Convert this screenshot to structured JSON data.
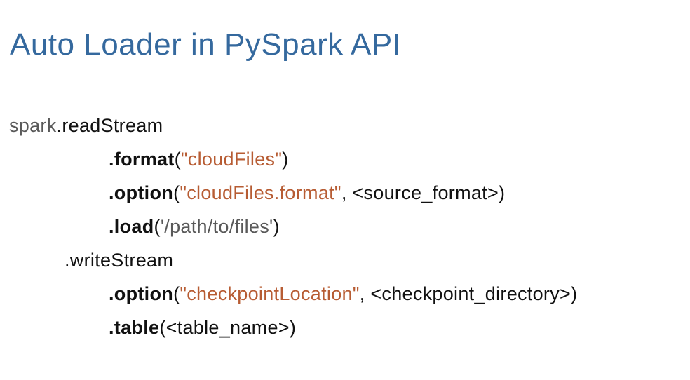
{
  "slide": {
    "title": "Auto Loader in PySpark API"
  },
  "colors": {
    "title": "#35699E",
    "code_plain": "#111111",
    "code_string": "#B75C33",
    "code_muted": "#595959",
    "background": "#FFFFFF"
  },
  "code": {
    "lines": [
      {
        "indent": 0,
        "segments": [
          {
            "text": "spark",
            "style": "muted"
          },
          {
            "text": ".readStream",
            "style": "plain"
          }
        ]
      },
      {
        "indent": 2,
        "segments": [
          {
            "text": ".format",
            "style": "bold"
          },
          {
            "text": "(",
            "style": "plain"
          },
          {
            "text": "\"cloudFiles\"",
            "style": "string"
          },
          {
            "text": ")",
            "style": "plain"
          }
        ]
      },
      {
        "indent": 2,
        "segments": [
          {
            "text": ".option",
            "style": "bold"
          },
          {
            "text": "(",
            "style": "plain"
          },
          {
            "text": "\"cloudFiles.format\"",
            "style": "string"
          },
          {
            "text": ", <source_format>)",
            "style": "plain"
          }
        ]
      },
      {
        "indent": 2,
        "segments": [
          {
            "text": ".load",
            "style": "bold"
          },
          {
            "text": "(",
            "style": "plain"
          },
          {
            "text": "'/path/to/files'",
            "style": "muted"
          },
          {
            "text": ")",
            "style": "plain"
          }
        ]
      },
      {
        "indent": 1,
        "segments": [
          {
            "text": ".writeStream",
            "style": "plain"
          }
        ]
      },
      {
        "indent": 2,
        "segments": [
          {
            "text": ".option",
            "style": "bold"
          },
          {
            "text": "(",
            "style": "plain"
          },
          {
            "text": "\"checkpointLocation\"",
            "style": "string"
          },
          {
            "text": ", <checkpoint_directory>)",
            "style": "plain"
          }
        ]
      },
      {
        "indent": 2,
        "segments": [
          {
            "text": ".table",
            "style": "bold"
          },
          {
            "text": "(<table_name>)",
            "style": "plain"
          }
        ]
      }
    ]
  }
}
